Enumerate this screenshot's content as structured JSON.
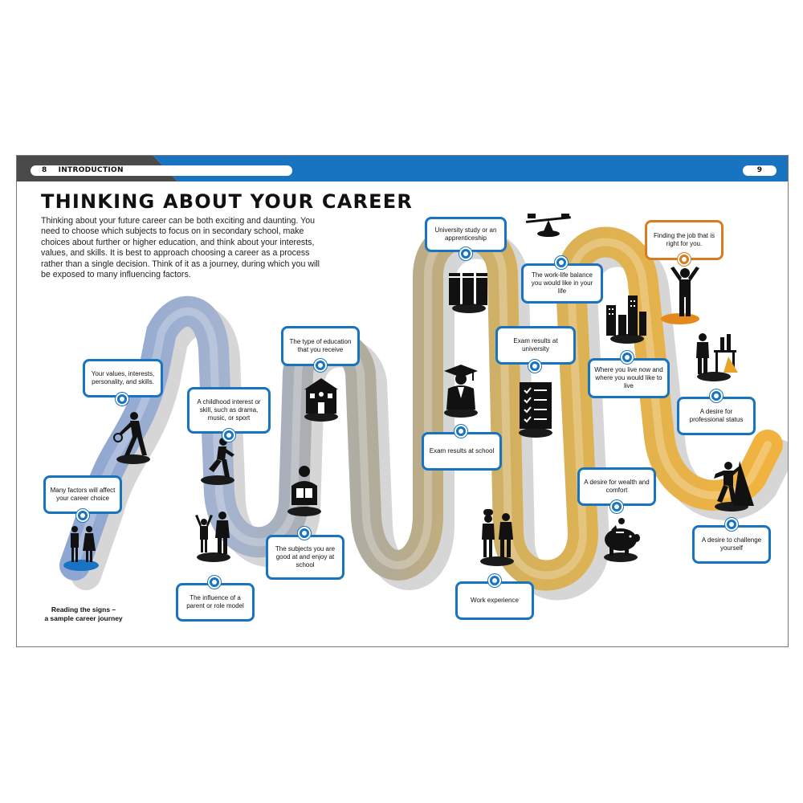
{
  "header": {
    "left_page_number": "8",
    "section": "INTRODUCTION",
    "right_page_number": "9",
    "band_color_left": "#4a4a4a",
    "band_color_right": "#1873c0"
  },
  "title": "THINKING ABOUT YOUR CAREER",
  "intro": "Thinking about your future career can be both exciting and daunting. You need to choose which subjects to focus on in secondary school, make choices about further or higher education, and think about your interests, values, and skills. It is best to approach choosing a career as a process rather than a single decision. Think of it as a journey, during which you will be exposed to many influencing factors.",
  "caption": {
    "line1": "Reading the signs –",
    "line2": "a sample career journey"
  },
  "colors": {
    "callout_border": "#1873c0",
    "final_border": "#d87c23",
    "path_start": "#8ea6d3",
    "path_mid": "#b3ab97",
    "path_end": "#f1b33f"
  },
  "steps": [
    {
      "label": "Many factors will affect your career choice",
      "icon": "couple-icon"
    },
    {
      "label": "Your values, interests, personality, and skills.",
      "icon": "tennis-player-icon"
    },
    {
      "label": "A childhood interest or skill, such as drama, music, or sport",
      "icon": "runner-icon"
    },
    {
      "label": "The influence of a parent or role model",
      "icon": "parent-child-icon"
    },
    {
      "label": "The subjects you are good at and enjoy at school",
      "icon": "reader-icon"
    },
    {
      "label": "The type of education that you receive",
      "icon": "school-building-icon"
    },
    {
      "label": "University study or an apprenticeship",
      "icon": "books-icon"
    },
    {
      "label": "Exam results at school",
      "icon": "graduate-icon"
    },
    {
      "label": "Work experience",
      "icon": "chef-worker-icon"
    },
    {
      "label": "Exam results at university",
      "icon": "checklist-icon"
    },
    {
      "label": "The work-life balance you would like in your life",
      "icon": "seesaw-icon"
    },
    {
      "label": "Where you live now and where you would like to live",
      "icon": "city-icon"
    },
    {
      "label": "A desire for wealth and comfort",
      "icon": "piggy-bank-icon"
    },
    {
      "label": "A desire for professional status",
      "icon": "office-worker-icon"
    },
    {
      "label": "A desire to challenge yourself",
      "icon": "climber-icon"
    },
    {
      "label": "Finding the job that is right for you.",
      "icon": "celebrating-person-icon"
    }
  ]
}
